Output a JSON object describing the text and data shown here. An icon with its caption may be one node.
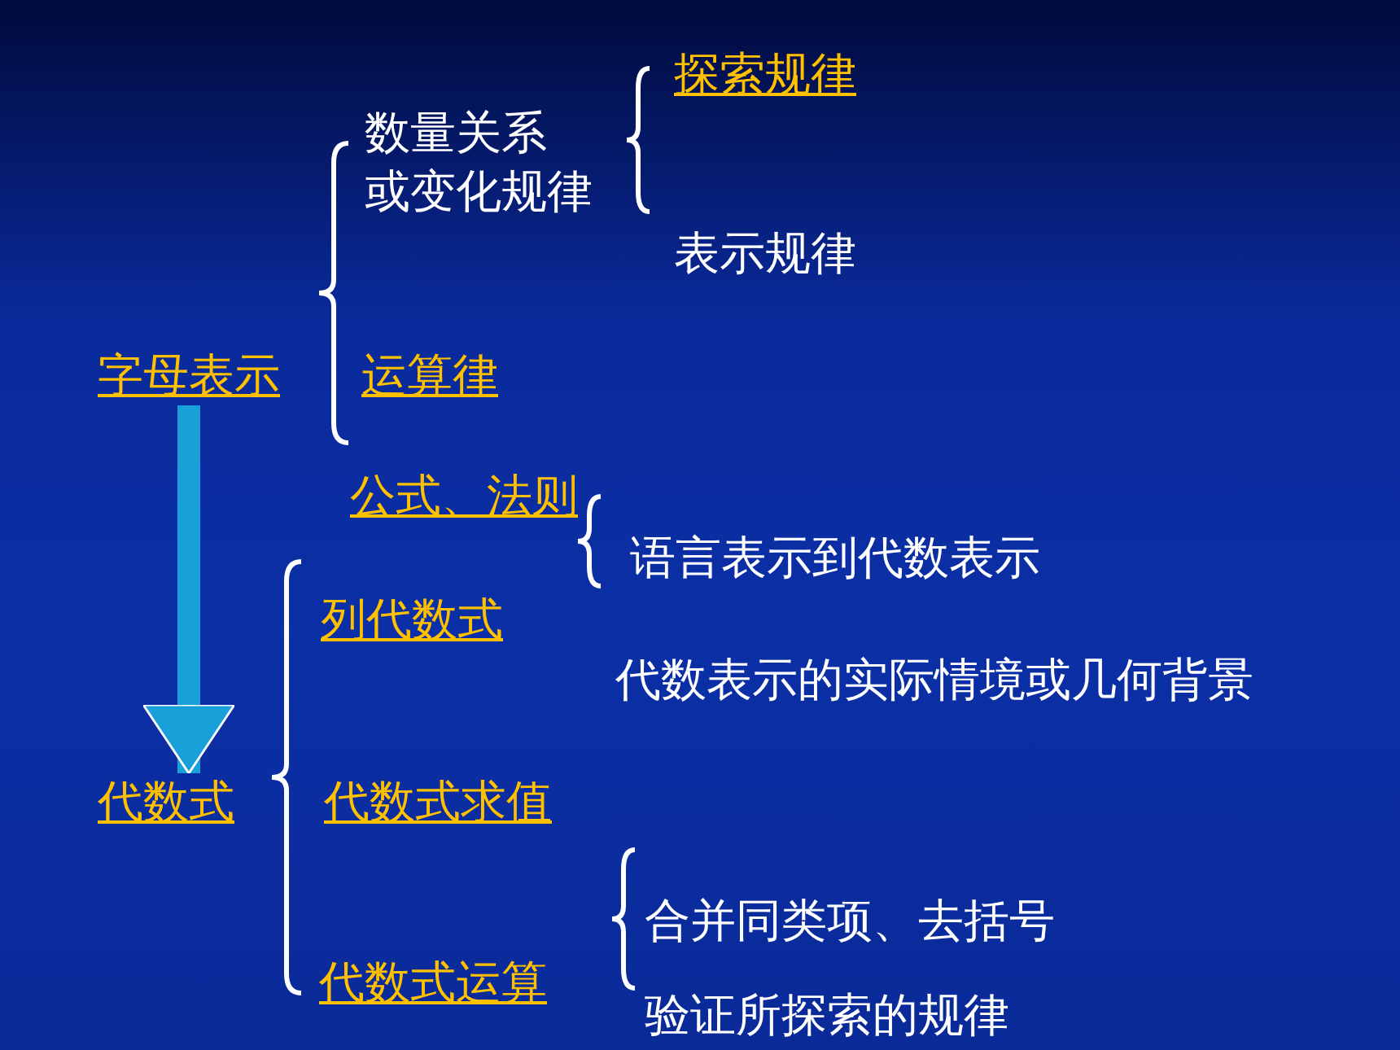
{
  "diagram": {
    "nodes": [
      {
        "text": [
          "字母表示"
        ]
      },
      {
        "text": [
          "代数式"
        ]
      }
    ],
    "edges": [
      {
        "from": 0,
        "to": 1,
        "arrow": "to"
      }
    ],
    "labels": [
      "探索规律",
      "数量关系或变化规律",
      "表示规律",
      "运算律",
      "公式、法则",
      "语言表示到代数表示",
      "列代数式",
      "代数表示的实际情境或几何背景",
      "代数式求值",
      "合并同类项、去括号",
      "代数式运算",
      "验证所探索的规律"
    ]
  }
}
